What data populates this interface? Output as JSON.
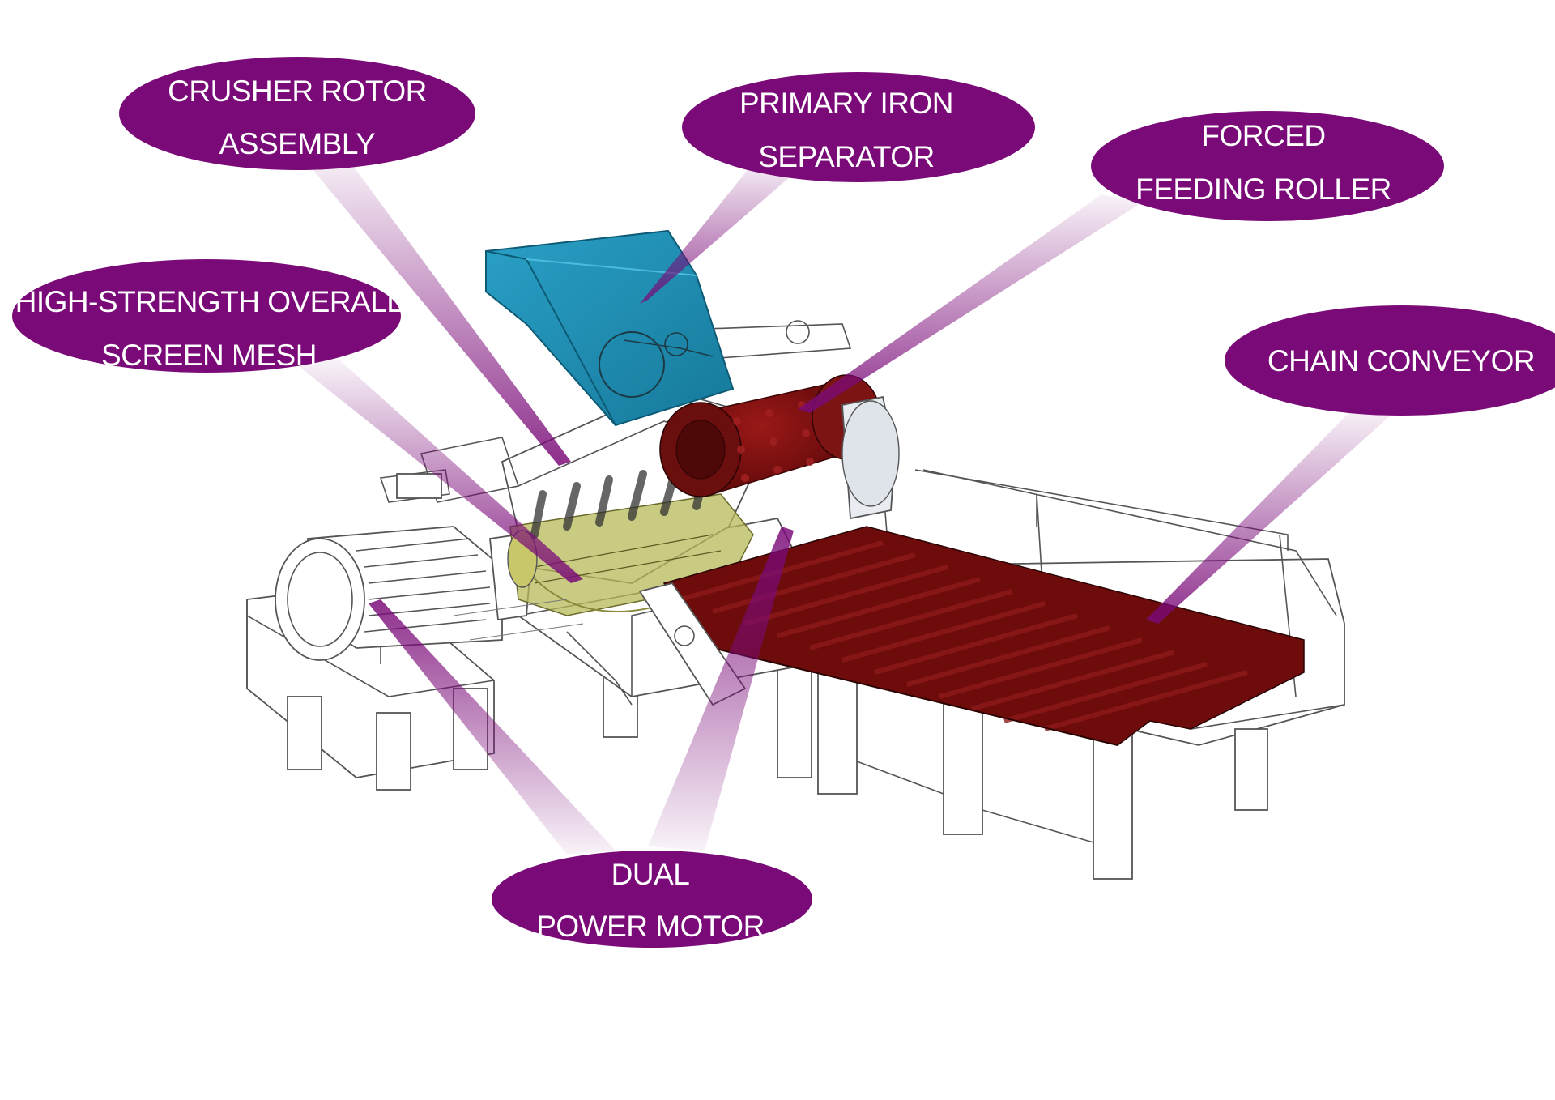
{
  "colors": {
    "callout_fill": "#7a0a78",
    "callout_text": "#ffffff",
    "separator_blue": "#1f8fb3",
    "roller_red": "#7a1010",
    "rotor_yellow": "#b8ba5a",
    "background": "#ffffff"
  },
  "callouts": {
    "crusher_rotor": {
      "line1": "CRUSHER ROTOR",
      "line2": "ASSEMBLY"
    },
    "iron_separator": {
      "line1": "PRIMARY IRON",
      "line2": "SEPARATOR"
    },
    "feeding_roller": {
      "line1": "FORCED",
      "line2": "FEEDING ROLLER"
    },
    "screen_mesh": {
      "line1": "HIGH-STRENGTH OVERALL",
      "line2": "SCREEN MESH"
    },
    "chain_conveyor": {
      "line1": "CHAIN  CONVEYOR"
    },
    "power_motor": {
      "line1": "DUAL",
      "line2": "POWER MOTOR"
    }
  }
}
